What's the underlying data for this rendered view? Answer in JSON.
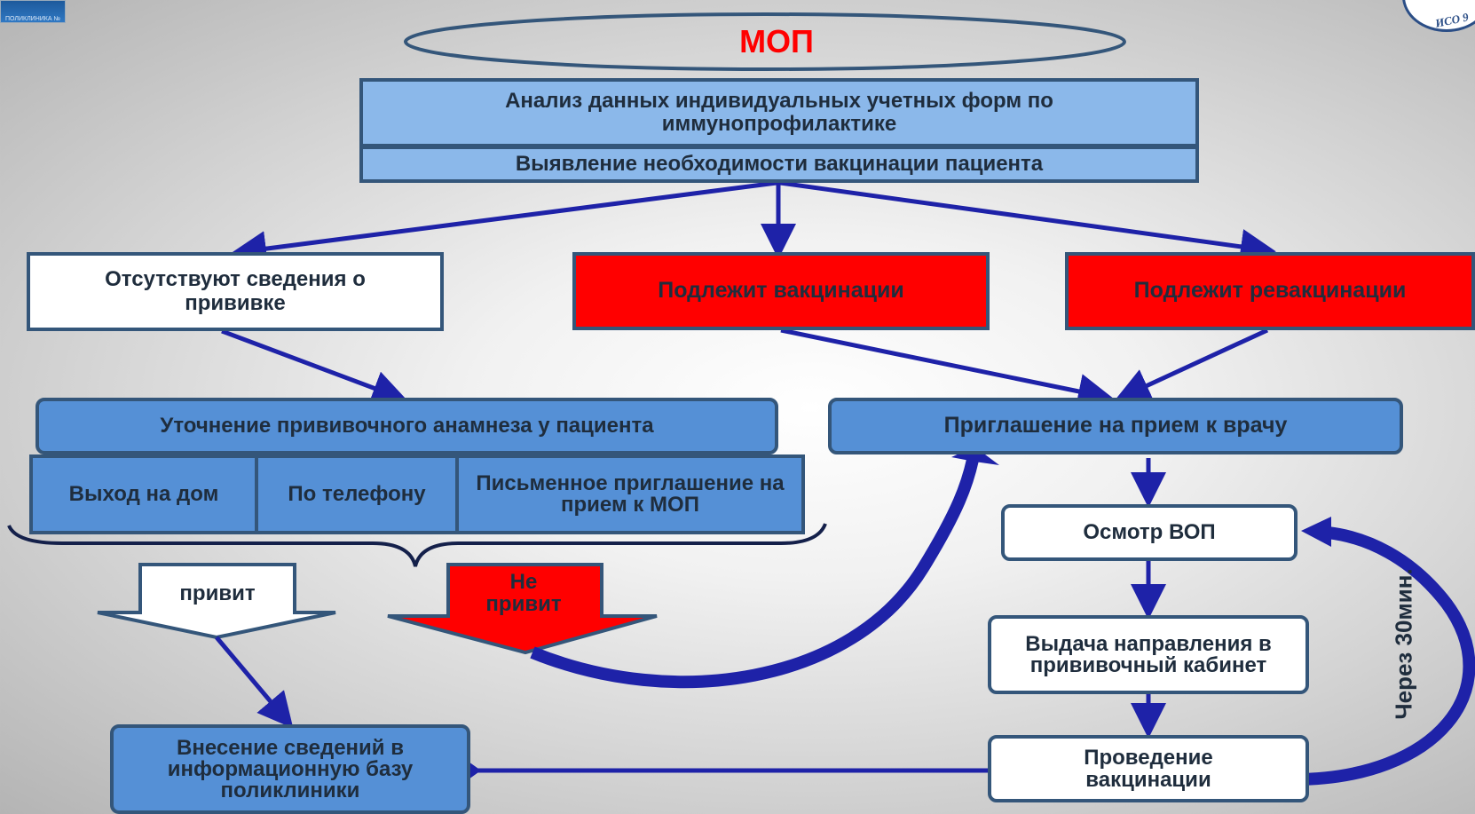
{
  "header": {
    "title": "МОП"
  },
  "logos": {
    "left_text": "ПОЛИКЛИНИКА №",
    "right_text": "ИСО 9"
  },
  "analysis": {
    "line1": "Анализ данных индивидуальных учетных форм по иммунопрофилактике",
    "line2": "Выявление необходимости вакцинации пациента"
  },
  "branches": {
    "no_info": "Отсутствуют сведения о прививке",
    "vaccination": "Подлежит вакцинации",
    "revaccination": "Подлежит ревакцинации"
  },
  "clarify": {
    "title": "Уточнение прививочного анамнеза у пациента",
    "options": [
      "Выход на дом",
      "По телефону",
      "Письменное приглашение на прием к МОП"
    ]
  },
  "invite": "Приглашение на прием к врачу",
  "outcomes": {
    "vaccinated": "привит",
    "not_vaccinated": "Не привит"
  },
  "steps": {
    "exam": "Осмотр ВОП",
    "referral": "Выдача направления в прививочный кабинет",
    "vaccinate": "Проведение вакцинации",
    "database": "Внесение сведений в информационную базу поликлиники"
  },
  "loop_label": "Через 30мин.",
  "colors": {
    "accent_red": "#ff0000",
    "box_blue": "#5590d6",
    "light_blue": "#8bb8ea",
    "arrow": "#1e22a8",
    "border": "#34567a"
  }
}
